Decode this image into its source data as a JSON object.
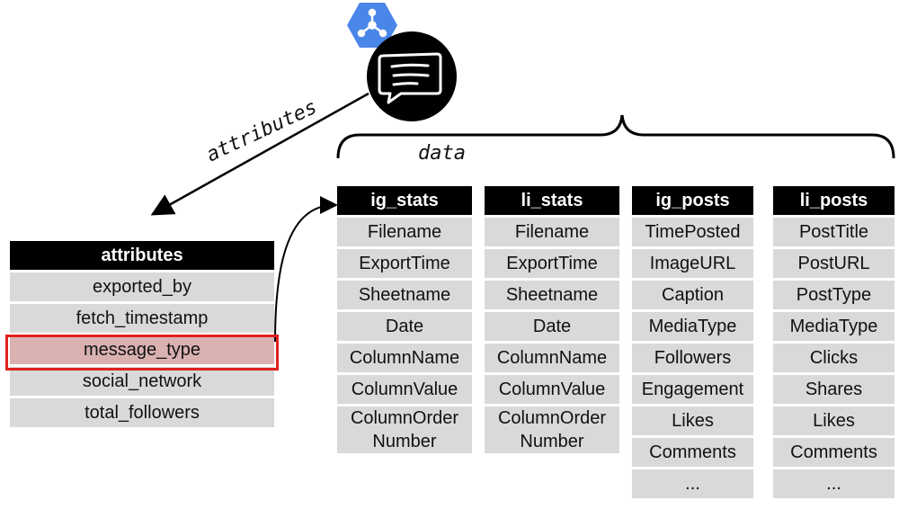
{
  "labels": {
    "attributes_arrow": "attributes",
    "data_brace": "data"
  },
  "attributes_table": {
    "title": "attributes",
    "rows": [
      "exported_by",
      "fetch_timestamp",
      "message_type",
      "social_network",
      "total_followers"
    ],
    "highlighted": "message_type"
  },
  "data_tables": [
    {
      "title": "ig_stats",
      "rows": [
        "Filename",
        "ExportTime",
        "Sheetname",
        "Date",
        "ColumnName",
        "ColumnValue",
        "ColumnOrder Number"
      ]
    },
    {
      "title": "li_stats",
      "rows": [
        "Filename",
        "ExportTime",
        "Sheetname",
        "Date",
        "ColumnName",
        "ColumnValue",
        "ColumnOrder Number"
      ]
    },
    {
      "title": "ig_posts",
      "rows": [
        "TimePosted",
        "ImageURL",
        "Caption",
        "MediaType",
        "Followers",
        "Engagement",
        "Likes",
        "Comments",
        "..."
      ]
    },
    {
      "title": "li_posts",
      "rows": [
        "PostTitle",
        "PostURL",
        "PostType",
        "MediaType",
        "Clicks",
        "Shares",
        "Likes",
        "Comments",
        "..."
      ]
    }
  ],
  "colors": {
    "header": "#000000",
    "cell": "#d9d9d9",
    "highlight_border": "#e02020",
    "pubsub_hex": "#4a86e8"
  },
  "icons": [
    "pubsub-hexagon-icon",
    "message-bubble-icon"
  ]
}
